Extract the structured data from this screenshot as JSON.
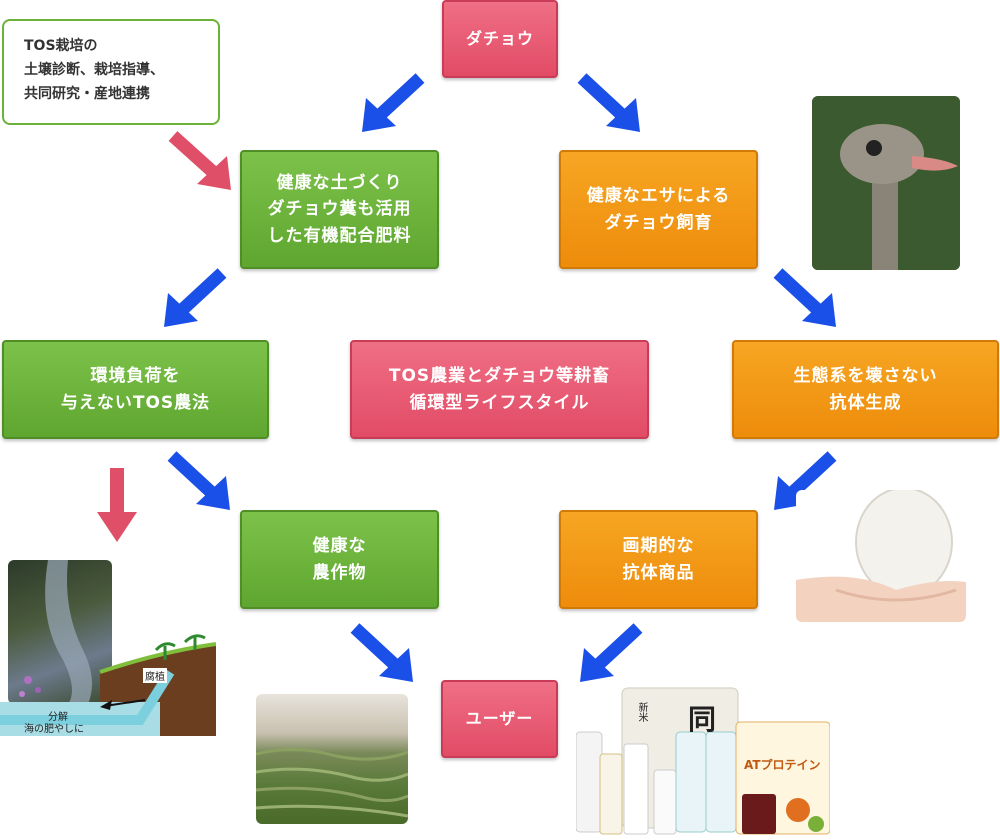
{
  "nodes": {
    "ostrich": "ダチョウ",
    "tos_note": "TOS栽培の\n土壌診断、栽培指導、\n共同研究・産地連携",
    "healthy_soil": "健康な土づくり\nダチョウ糞も活用\nした有機配合肥料",
    "healthy_feed": "健康なエサによる\nダチョウ飼育",
    "tos_agriculture": "環境負荷を\n与えないTOS農法",
    "center": "TOS農業とダチョウ等耕畜\n循環型ライフスタイル",
    "antibody": "生態系を壊さない\n抗体生成",
    "crops": "健康な\n農作物",
    "products": "画期的な\n抗体商品",
    "user": "ユーザー"
  },
  "soil_diagram": {
    "humus": "腐植",
    "decompose": "分解",
    "sea": "海の肥やしに"
  },
  "product_labels": {
    "rice_bag": "同",
    "rice_tag": "新米",
    "supplement": "ATプロテイン"
  },
  "colors": {
    "green": "#5fa630",
    "orange": "#ee8c0b",
    "pink": "#e24b66",
    "arrow_blue": "#1a4fe8",
    "arrow_pink": "#e04f68"
  }
}
